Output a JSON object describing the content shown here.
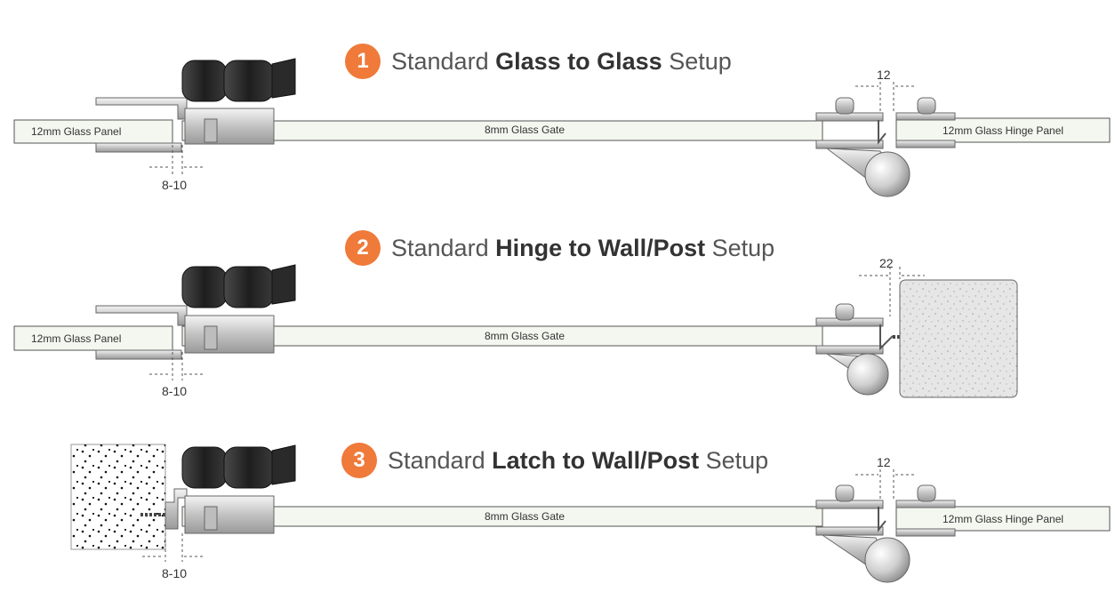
{
  "setups": [
    {
      "number": "1",
      "title_pre": "Standard ",
      "title_bold": "Glass to Glass",
      "title_post": " Setup",
      "left_label": "12mm Glass Panel",
      "gate_label": "8mm Glass Gate",
      "right_label": "12mm Glass Hinge Panel",
      "left_gap": "8-10",
      "right_gap": "12"
    },
    {
      "number": "2",
      "title_pre": "Standard ",
      "title_bold": "Hinge to Wall/Post",
      "title_post": " Setup",
      "left_label": "12mm Glass Panel",
      "gate_label": "8mm Glass Gate",
      "left_gap": "8-10",
      "right_gap": "22"
    },
    {
      "number": "3",
      "title_pre": "Standard ",
      "title_bold": "Latch to Wall/Post",
      "title_post": " Setup",
      "gate_label": "8mm Glass Gate",
      "right_label": "12mm Glass Hinge Panel",
      "left_gap": "8-10",
      "right_gap": "12"
    }
  ],
  "colors": {
    "accent": "#ef7a3a",
    "glass_fill": "#f3f7ef",
    "latch_body": "#2b2b2b",
    "metal": "#c9c9c9",
    "wall": "#e6e6e6"
  }
}
